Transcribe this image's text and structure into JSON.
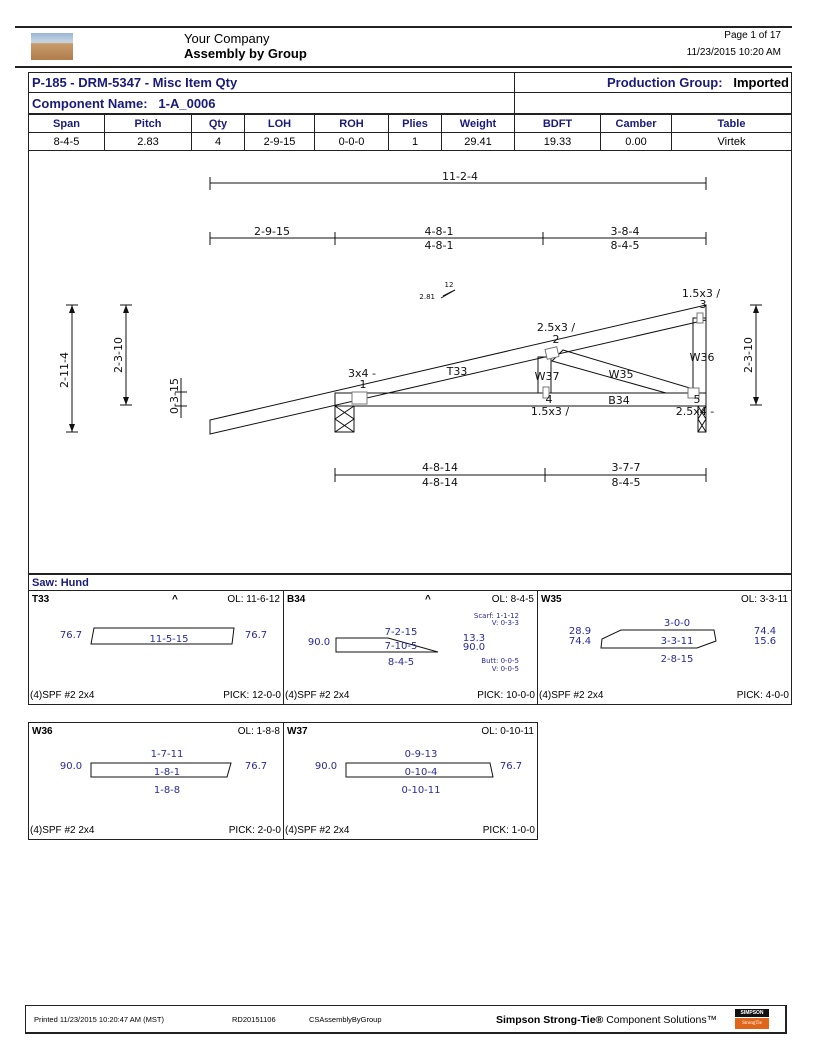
{
  "header": {
    "company": "Your Company",
    "report": "Assembly by Group",
    "page": "Page 1 of 17",
    "datetime": "11/23/2015 10:20 AM"
  },
  "job": {
    "title": "P-185 - DRM-5347 - Misc Item Qty",
    "production_group_label": "Production Group:",
    "production_group": "Imported",
    "component_label": "Component Name:",
    "component": "1-A_0006"
  },
  "summary": {
    "headers": [
      "Span",
      "Pitch",
      "Qty",
      "LOH",
      "ROH",
      "Plies",
      "Weight",
      "BDFT",
      "Camber",
      "Table"
    ],
    "values": [
      "8-4-5",
      "2.83",
      "4",
      "2-9-15",
      "0-0-0",
      "1",
      "29.41",
      "19.33",
      "0.00",
      "Virtek"
    ]
  },
  "drawing": {
    "overall": "11-2-4",
    "top_dims": [
      "2-9-15",
      "4-8-1",
      "4-8-1",
      "3-8-4",
      "8-4-5"
    ],
    "bottom_dims": [
      "4-8-14",
      "4-8-14",
      "3-7-7",
      "8-4-5"
    ],
    "left_heights": [
      "2-11-4",
      "2-3-10",
      "0-3-15"
    ],
    "right_height": "2-3-10",
    "pitch_rise": "2.81",
    "pitch_run": "12",
    "plates": [
      "3x4 -",
      "1",
      "2.5x3 /",
      "2",
      "1.5x3 /",
      "3",
      "1.5x3 /",
      "4",
      "2.5x4 -",
      "5"
    ],
    "members": [
      "T33",
      "B34",
      "W35",
      "W36",
      "W37"
    ]
  },
  "saw": {
    "label": "Saw: Hund"
  },
  "pieces": [
    {
      "name": "T33",
      "caret": "^",
      "ol": "OL: 11-6-12",
      "material": "(4)SPF #2 2x4",
      "pick": "PICK: 12-0-0",
      "left": "76.7",
      "right": "76.7",
      "mid": "11-5-15"
    },
    {
      "name": "B34",
      "caret": "^",
      "ol": "OL: 8-4-5",
      "material": "(4)SPF #2 2x4",
      "pick": "PICK: 10-0-0",
      "left": "90.0",
      "right1": "13.3",
      "right2": "90.0",
      "top": "7-2-15",
      "mid": "7-10-5",
      "bottom": "8-4-5",
      "scarf": "Scarf: 1-1-12",
      "scarf_v": "V: 0-3-3",
      "butt": "Butt: 0-0-5",
      "butt_v": "V: 0-0-5"
    },
    {
      "name": "W35",
      "ol": "OL: 3-3-11",
      "material": "(4)SPF #2 2x4",
      "pick": "PICK: 4-0-0",
      "left1": "28.9",
      "left2": "74.4",
      "right1": "74.4",
      "right2": "15.6",
      "top": "3-0-0",
      "mid": "3-3-11",
      "bottom": "2-8-15"
    },
    {
      "name": "W36",
      "ol": "OL: 1-8-8",
      "material": "(4)SPF #2 2x4",
      "pick": "PICK: 2-0-0",
      "left": "90.0",
      "right": "76.7",
      "top": "1-7-11",
      "mid": "1-8-1",
      "bottom": "1-8-8"
    },
    {
      "name": "W37",
      "ol": "OL: 0-10-11",
      "material": "(4)SPF #2 2x4",
      "pick": "PICK: 1-0-0",
      "left": "90.0",
      "right": "76.7",
      "top": "0-9-13",
      "mid": "0-10-4",
      "bottom": "0-10-11"
    }
  ],
  "footer": {
    "printed": "Printed 11/23/2015 10:20:47 AM (MST)",
    "version": "RD20151106",
    "report_id": "CSAssemblyByGroup",
    "brand": "Simpson Strong-Tie®",
    "brand_rest": " Component Solutions™",
    "logo_top": "SIMPSON",
    "logo_bottom": "StrongTie"
  },
  "colors": {
    "heading": "#1a1a7a",
    "dims": "#2a2a9a",
    "logo_orange": "#e0661b"
  }
}
